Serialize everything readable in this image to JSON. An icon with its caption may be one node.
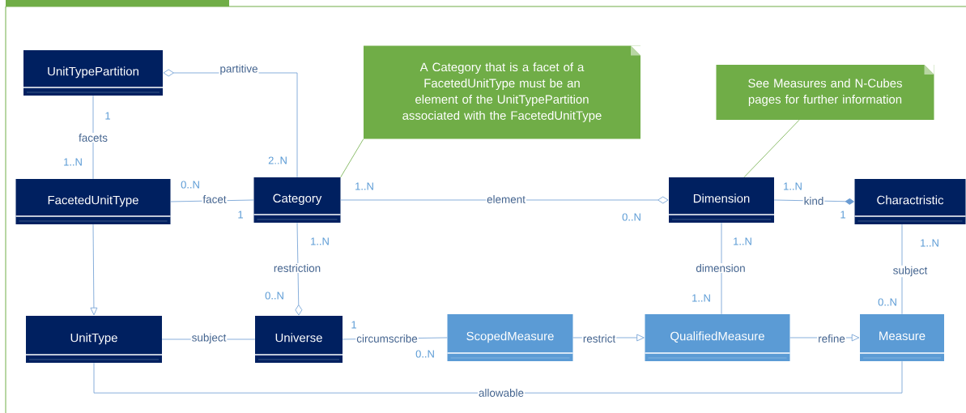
{
  "diagram": {
    "nodes": [
      {
        "text": [
          "UnitTypePartition"
        ]
      },
      {
        "text": [
          "FacetedUnitType"
        ]
      },
      {
        "text": [
          "Category"
        ]
      },
      {
        "text": [
          "A Category that is a facet of a FacetedUnitType must be an element of the UnitTypePartition associated with the FacetedUnitType"
        ]
      },
      {
        "text": [
          "Dimension"
        ]
      },
      {
        "text": [
          "Charactristic"
        ]
      },
      {
        "text": [
          "See Measures and N-Cubes pages for further information"
        ]
      },
      {
        "text": [
          "UnitType"
        ]
      },
      {
        "text": [
          "Universe"
        ]
      },
      {
        "text": [
          "ScopedMeasure"
        ]
      },
      {
        "text": [
          "QualifiedMeasure"
        ]
      },
      {
        "text": [
          "Measure"
        ]
      }
    ],
    "edges": [
      {
        "from": 2,
        "to": 0,
        "arrow": "other",
        "label": "partitive"
      },
      {
        "from": 0,
        "to": 1,
        "arrow": "none",
        "label": "facets"
      },
      {
        "from": 1,
        "to": 2,
        "arrow": "none",
        "label": "facet"
      },
      {
        "from": 1,
        "to": 7,
        "arrow": "to"
      },
      {
        "from": 2,
        "to": 4,
        "arrow": "other",
        "label": "element"
      },
      {
        "from": 4,
        "to": 5,
        "arrow": "other",
        "label": "kind"
      },
      {
        "from": 2,
        "to": 8,
        "arrow": "other",
        "label": "restriction"
      },
      {
        "from": 7,
        "to": 8,
        "arrow": "none",
        "label": "subject"
      },
      {
        "from": 8,
        "to": 9,
        "arrow": "none",
        "label": "circumscribe"
      },
      {
        "from": 9,
        "to": 10,
        "arrow": "to",
        "label": "restrict"
      },
      {
        "from": 10,
        "to": 11,
        "arrow": "to",
        "label": "refine"
      },
      {
        "from": 4,
        "to": 10,
        "arrow": "none",
        "label": "dimension"
      },
      {
        "from": 5,
        "to": 11,
        "arrow": "none",
        "label": "subject"
      },
      {
        "from": 7,
        "to": 11,
        "arrow": "none",
        "label": "allowable"
      },
      {
        "from": 3,
        "to": 2,
        "arrow": "none",
        "color": "#70ad47"
      },
      {
        "from": 6,
        "to": 4,
        "arrow": "none",
        "color": "#70ad47"
      }
    ],
    "labels": [
      "1",
      "1..N",
      "2..N",
      "0..N",
      "1..N",
      "1..N",
      "1",
      "0..N",
      "1",
      "1..N",
      "1..N",
      "1..N",
      "0..N",
      "1..N",
      "0..N",
      "1",
      "0..N"
    ]
  }
}
